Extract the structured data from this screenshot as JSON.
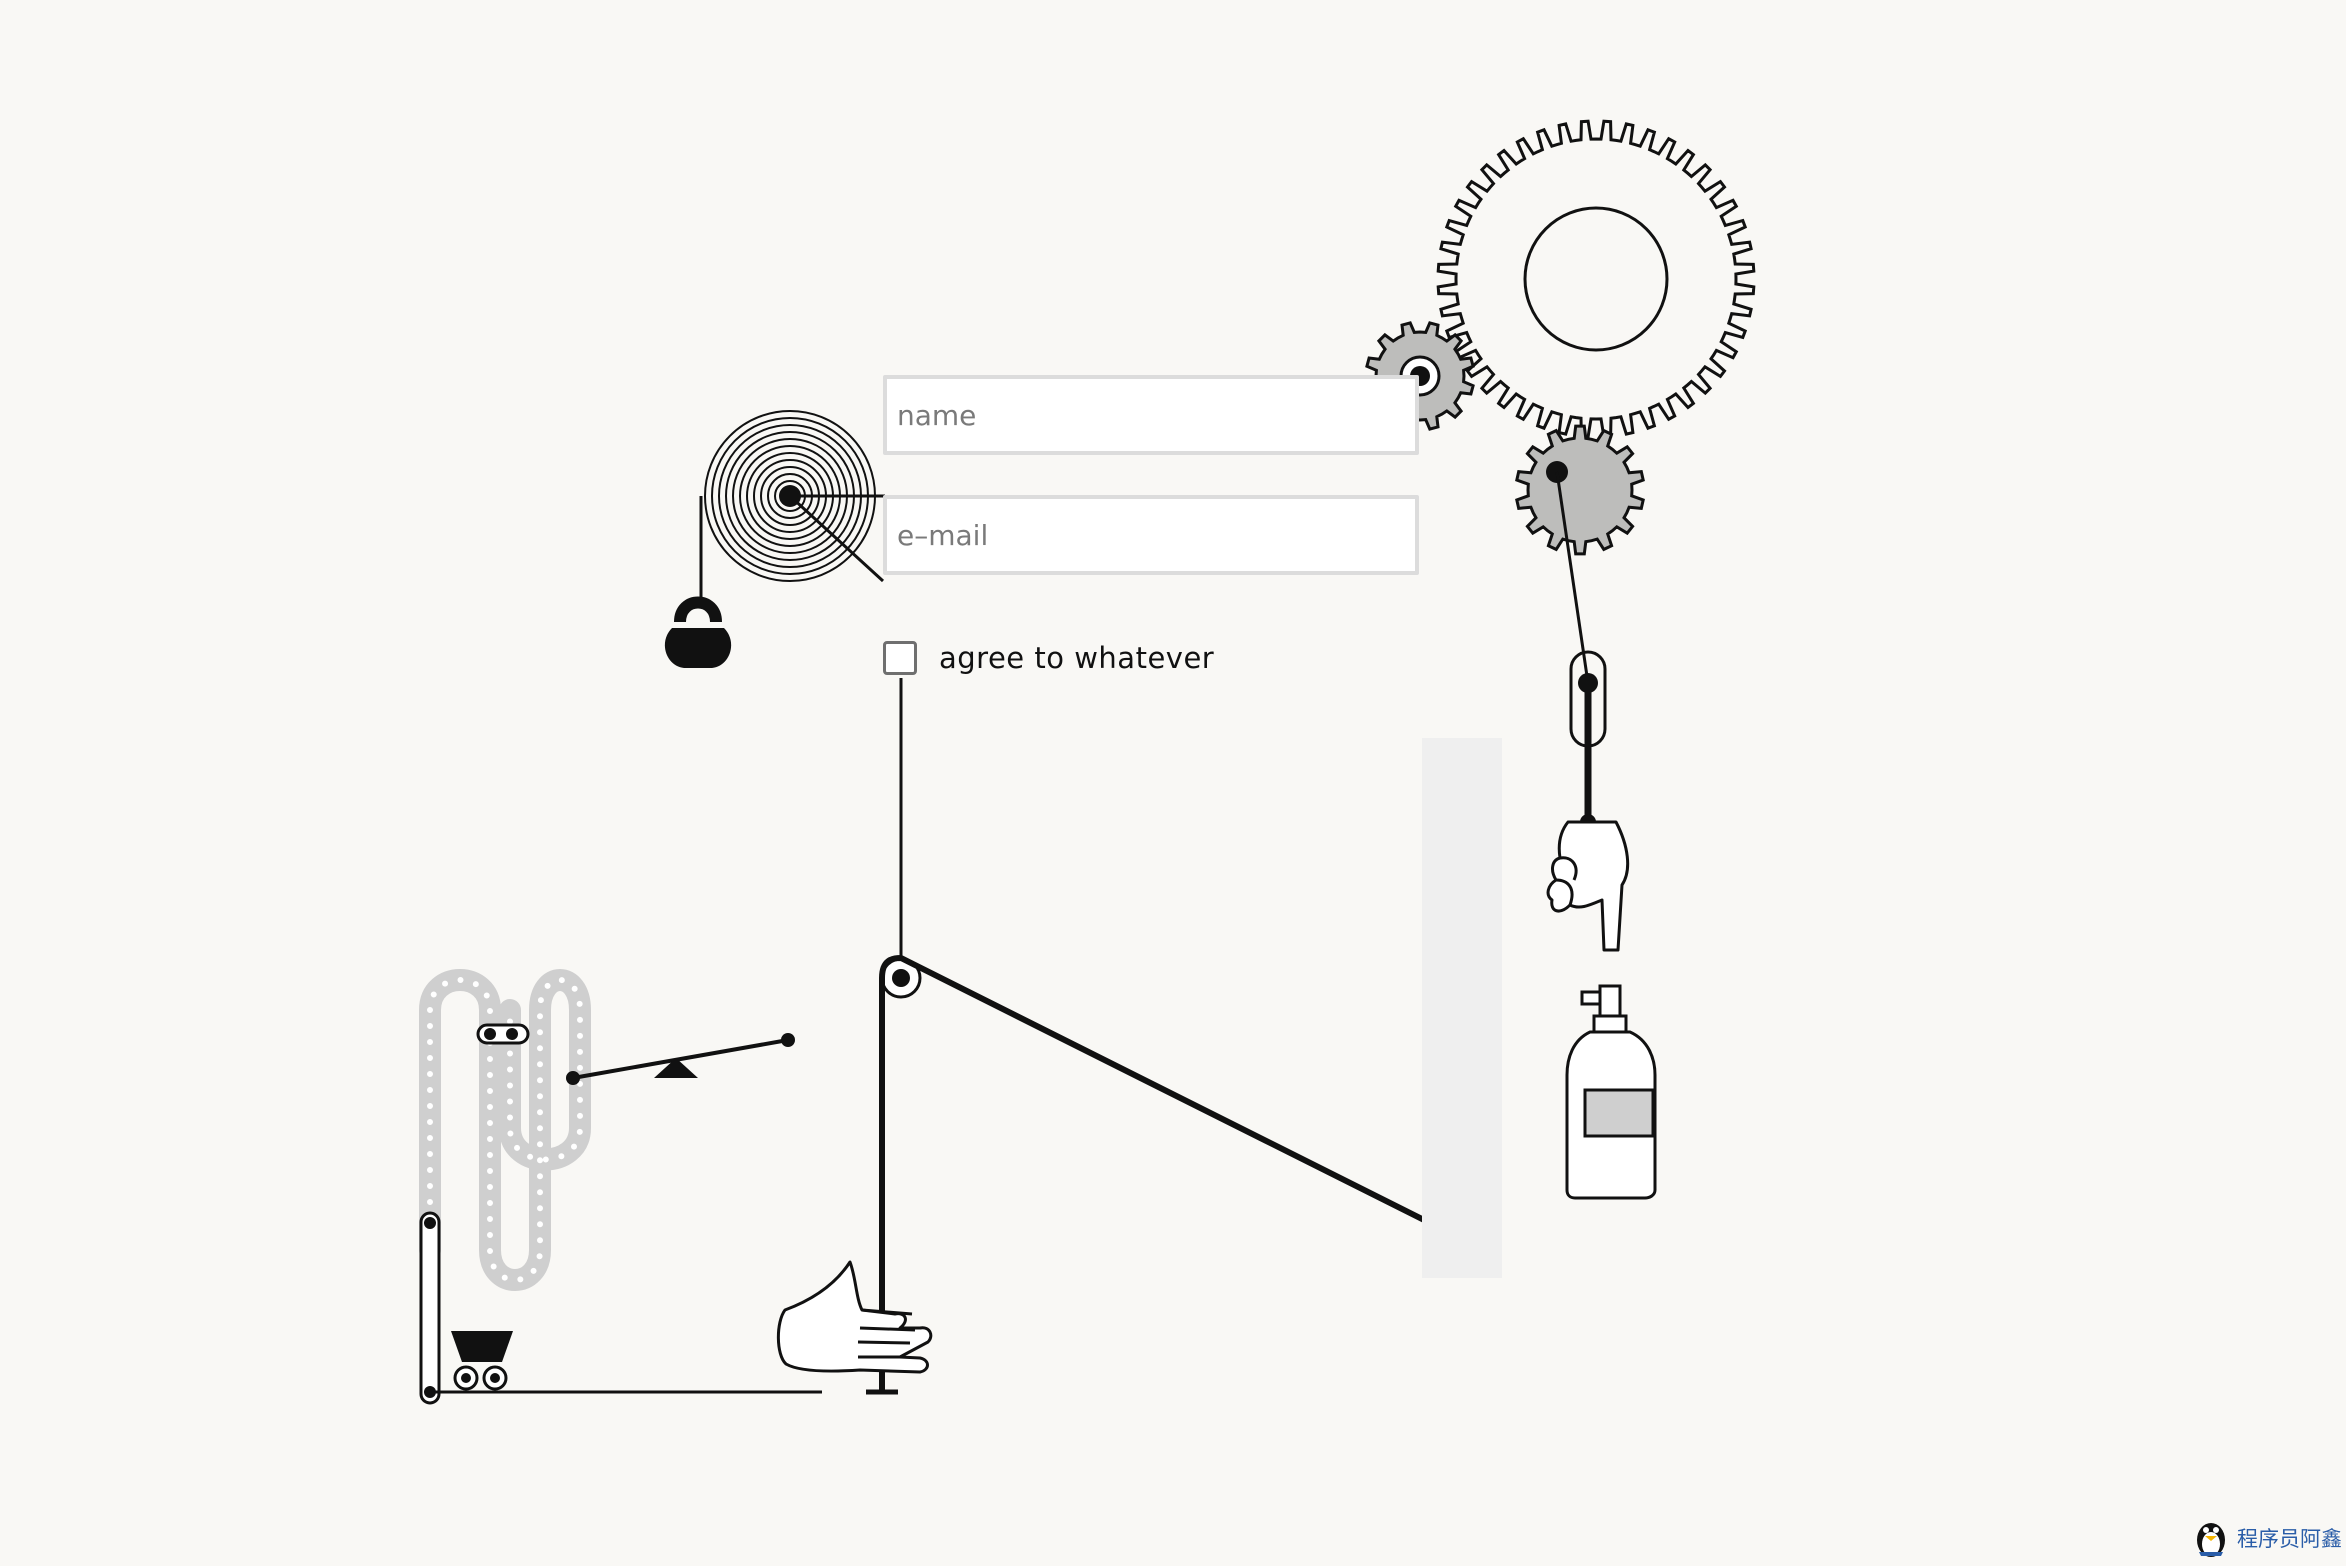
{
  "form": {
    "name_placeholder": "name",
    "email_placeholder": "e–mail",
    "agree_label": "agree to whatever",
    "agree_checked": false
  },
  "machine": {
    "icons": [
      "big-gear-icon",
      "small-gear-icon",
      "spiral-spring-icon",
      "kettlebell-icon",
      "pointing-hand-icon",
      "open-hand-icon",
      "spray-bottle-icon",
      "chain-conveyor-icon",
      "seesaw-icon",
      "cart-icon"
    ]
  },
  "watermark": {
    "text": "程序员阿鑫"
  },
  "colors": {
    "background": "#f9f8f5",
    "ink": "#111111",
    "gear_grey": "#bdbdbb",
    "rail_grey": "#efefef",
    "chain_grey": "#cfcfcf",
    "watermark": "#2a5da8"
  }
}
